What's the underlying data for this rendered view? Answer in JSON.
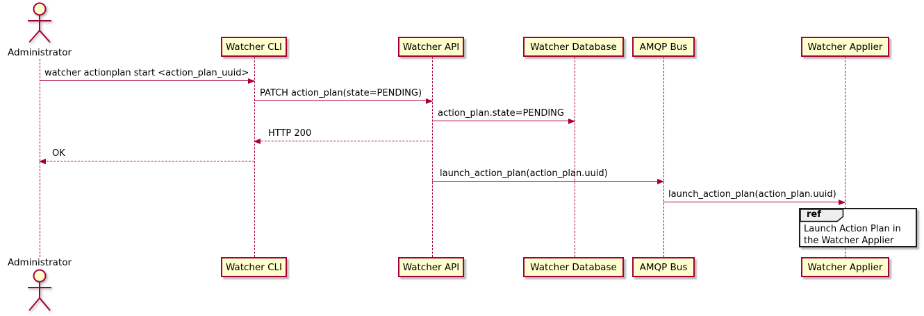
{
  "diagram": {
    "type": "uml-sequence-diagram",
    "actor": {
      "name": "Administrator"
    },
    "participants": [
      {
        "label": "Watcher CLI"
      },
      {
        "label": "Watcher API"
      },
      {
        "label": "Watcher Database"
      },
      {
        "label": "AMQP Bus"
      },
      {
        "label": "Watcher Applier"
      }
    ],
    "messages": [
      {
        "from": "Administrator",
        "to": "Watcher CLI",
        "label": "watcher actionplan start <action_plan_uuid>",
        "line": "solid"
      },
      {
        "from": "Watcher CLI",
        "to": "Watcher API",
        "label": "PATCH action_plan(state=PENDING)",
        "line": "solid"
      },
      {
        "from": "Watcher API",
        "to": "Watcher Database",
        "label": "action_plan.state=PENDING",
        "line": "solid"
      },
      {
        "from": "Watcher API",
        "to": "Watcher CLI",
        "label": "HTTP 200",
        "line": "dashed"
      },
      {
        "from": "Watcher CLI",
        "to": "Administrator",
        "label": "OK",
        "line": "dashed"
      },
      {
        "from": "Watcher API",
        "to": "AMQP Bus",
        "label": "launch_action_plan(action_plan.uuid)",
        "line": "solid"
      },
      {
        "from": "AMQP Bus",
        "to": "Watcher Applier",
        "label": "launch_action_plan(action_plan.uuid)",
        "line": "solid"
      }
    ],
    "ref": {
      "keyword": "ref",
      "text": "Launch Action Plan in the Watcher Applier"
    },
    "colors": {
      "stroke": "#A80036",
      "participant_fill": "#FEFECE",
      "ref_header_fill": "#EEEEEE",
      "ref_border": "#1A1A1A",
      "text": "#000000"
    }
  }
}
